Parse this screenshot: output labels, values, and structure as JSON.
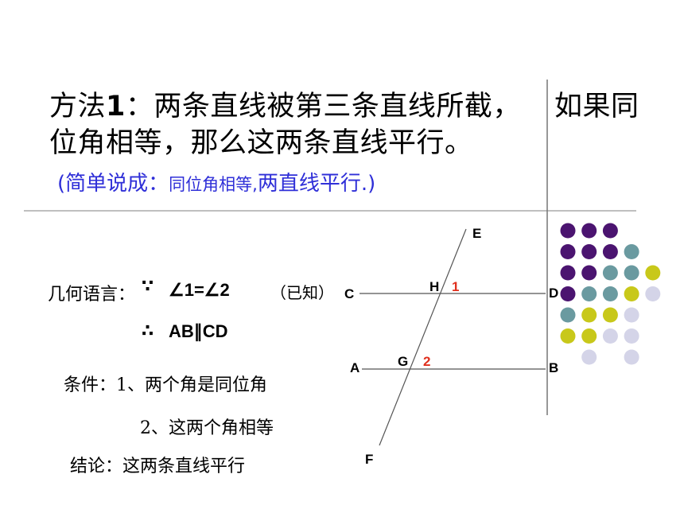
{
  "title": {
    "method": "方法",
    "num": "1",
    "line1_rest": "：两条直线被第三条直线所截，",
    "line1_right": "如果同",
    "line2": "位角相等，那么这两条直线平行。"
  },
  "subtitle": {
    "open": "(简单说成：",
    "middle": "同位角相等,",
    "close": "两直线平行.)"
  },
  "geometry": {
    "label": "几何语言：",
    "because": "∵",
    "statement": "∠1=∠2",
    "known": "（已知）",
    "therefore": "∴",
    "result": "AB∥CD"
  },
  "condition": {
    "label": "条件：",
    "item1": "1、两个角是同位角",
    "item2": "2、这两个角相等"
  },
  "conclusion": {
    "text": "结论：这两条直线平行"
  },
  "diagram": {
    "points": [
      "E",
      "C",
      "H",
      "1",
      "D",
      "A",
      "G",
      "2",
      "B",
      "F"
    ],
    "angle_color": "#e0301e"
  },
  "decoration": {
    "purple": "#4b1470",
    "teal": "#6a9aa0",
    "yellow": "#c8c81a",
    "lavender": "#d4d4e8"
  }
}
